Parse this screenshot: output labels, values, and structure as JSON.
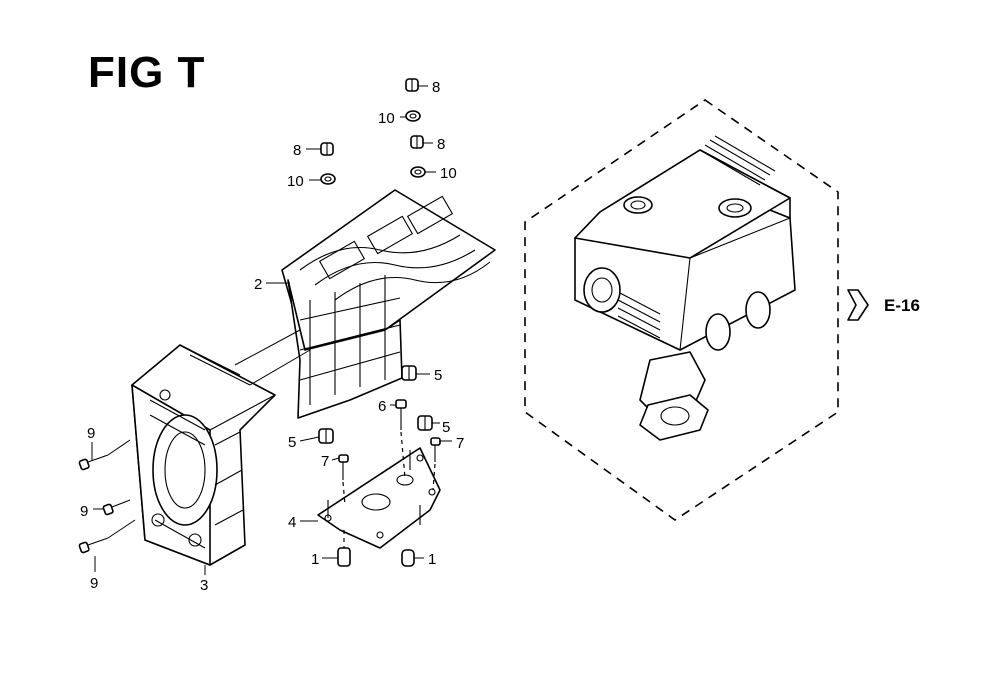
{
  "figure": {
    "title": "FIG T"
  },
  "reference": {
    "label": "E-16"
  },
  "callouts": {
    "c1a": "1",
    "c1b": "1",
    "c2": "2",
    "c3": "3",
    "c4": "4",
    "c5a": "5",
    "c5b": "5",
    "c5c": "5",
    "c6": "6",
    "c7a": "7",
    "c7b": "7",
    "c8a": "8",
    "c8b": "8",
    "c8c": "8",
    "c9a": "9",
    "c9b": "9",
    "c9c": "9",
    "c10a": "10",
    "c10b": "10",
    "c10c": "10"
  },
  "icons": [
    "nut-icon",
    "washer-icon",
    "bolt-icon",
    "stud-icon",
    "reference-arrow-icon"
  ]
}
